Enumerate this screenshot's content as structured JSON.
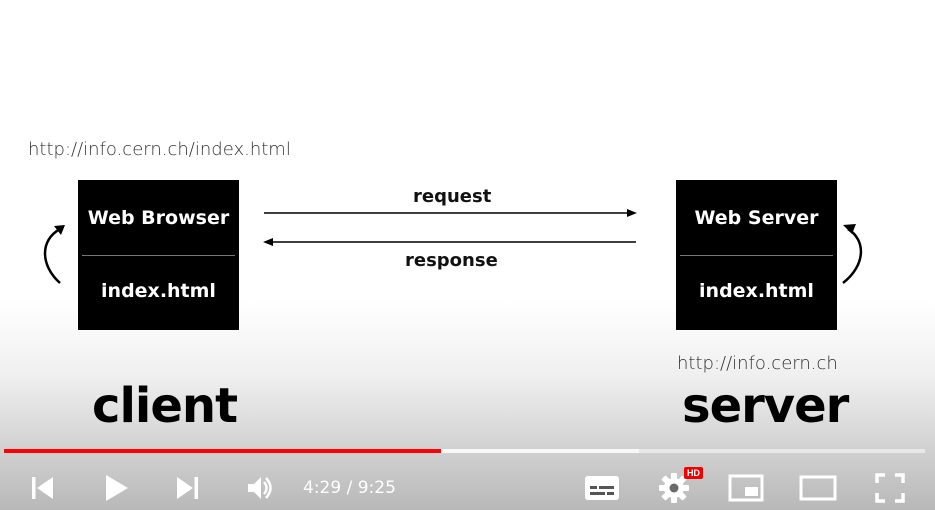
{
  "slide": {
    "client_url": "http://info.cern.ch/index.html",
    "server_url": "http://info.cern.ch",
    "client_box": {
      "top": "Web Browser",
      "bottom": "index.html"
    },
    "server_box": {
      "top": "Web Server",
      "bottom": "index.html"
    },
    "request_label": "request",
    "response_label": "response",
    "client_label": "client",
    "server_label": "server"
  },
  "player": {
    "current_time": "4:29",
    "duration": "9:25",
    "time_display": "4:29 / 9:25",
    "played_fraction": 0.475,
    "buffered_fraction": 0.69,
    "accent_color": "#ff0000",
    "hd_badge": "HD",
    "icons": [
      "previous-icon",
      "play-icon",
      "next-icon",
      "volume-icon",
      "subtitles-icon",
      "settings-icon",
      "miniplayer-icon",
      "theater-mode-icon",
      "fullscreen-icon"
    ]
  }
}
